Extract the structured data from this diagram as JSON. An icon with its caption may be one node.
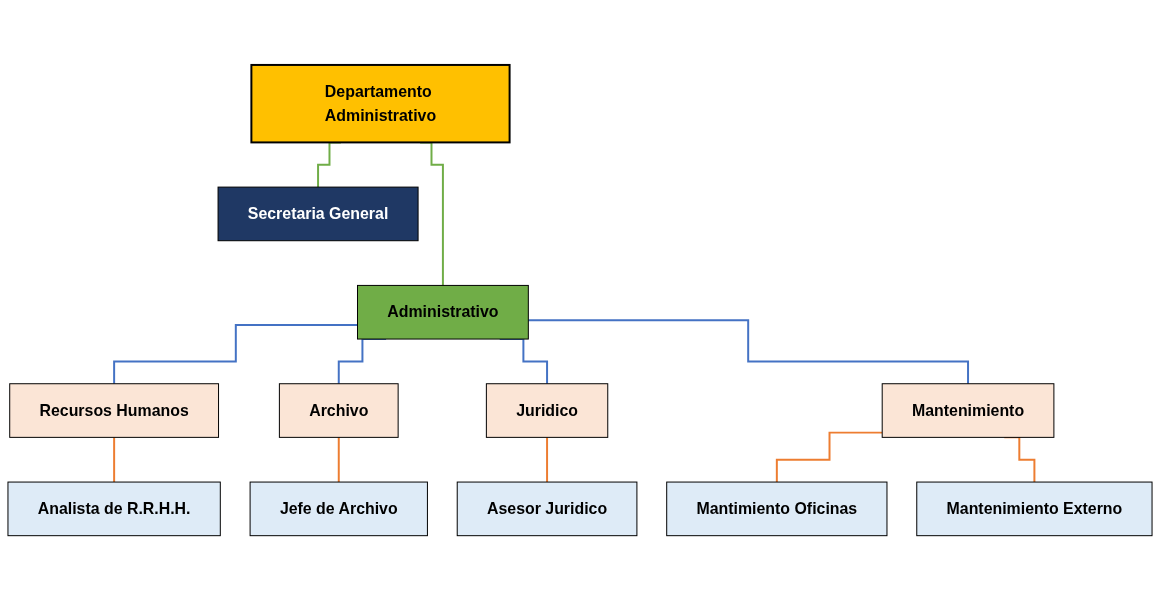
{
  "diagram": {
    "nodes": [
      {
        "text": [
          "Departamento Administrativo"
        ]
      },
      {
        "text": [
          "Secretaria General"
        ]
      },
      {
        "text": [
          "Administrativo"
        ]
      },
      {
        "text": [
          "Recursos Humanos"
        ]
      },
      {
        "text": [
          "Archivo"
        ]
      },
      {
        "text": [
          "Juridico"
        ]
      },
      {
        "text": [
          "Mantenimiento"
        ]
      },
      {
        "text": [
          "Analista de R.R.H.H."
        ]
      },
      {
        "text": [
          "Jefe de Archivo"
        ]
      },
      {
        "text": [
          "Asesor Juridico"
        ]
      },
      {
        "text": [
          "Mantimiento Oficinas"
        ]
      },
      {
        "text": [
          "Mantenimiento Externo"
        ]
      }
    ],
    "edges": [
      {
        "from": 0,
        "to": 1,
        "arrow": "none",
        "color": "#70ad47"
      },
      {
        "from": 0,
        "to": 2,
        "arrow": "none",
        "color": "#70ad47"
      },
      {
        "from": 2,
        "to": 3,
        "arrow": "none",
        "color": "#4472c4"
      },
      {
        "from": 2,
        "to": 4,
        "arrow": "none",
        "color": "#4472c4"
      },
      {
        "from": 2,
        "to": 5,
        "arrow": "none",
        "color": "#4472c4"
      },
      {
        "from": 2,
        "to": 6,
        "arrow": "none",
        "color": "#4472c4"
      },
      {
        "from": 3,
        "to": 7,
        "arrow": "none",
        "color": "#ed7d31"
      },
      {
        "from": 4,
        "to": 8,
        "arrow": "none",
        "color": "#ed7d31"
      },
      {
        "from": 5,
        "to": 9,
        "arrow": "none",
        "color": "#ed7d31"
      },
      {
        "from": 6,
        "to": 10,
        "arrow": "none",
        "color": "#ed7d31"
      },
      {
        "from": 6,
        "to": 11,
        "arrow": "none",
        "color": "#ed7d31"
      }
    ]
  }
}
